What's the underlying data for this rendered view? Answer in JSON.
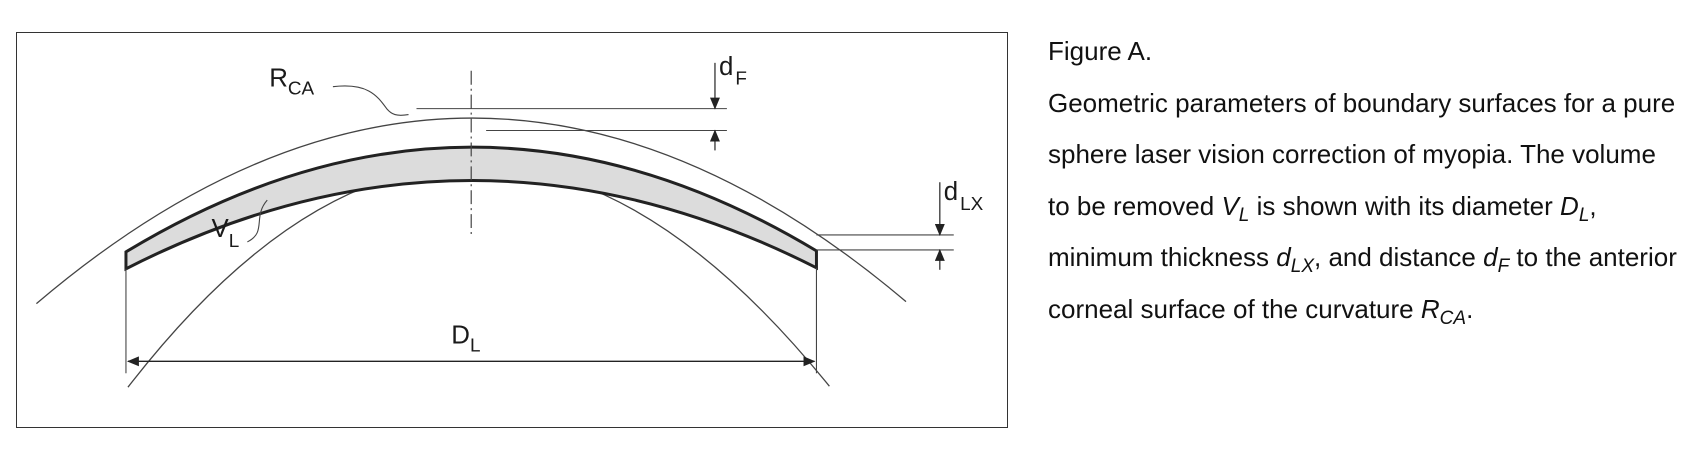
{
  "diagram": {
    "labels": {
      "rca": {
        "main": "R",
        "sub": "CA"
      },
      "df": {
        "main": "d",
        "sub": "F"
      },
      "dlx": {
        "main": "d",
        "sub": "LX"
      },
      "vl": {
        "main": "V",
        "sub": "L"
      },
      "dl": {
        "main": "D",
        "sub": "L"
      }
    },
    "colors": {
      "line": "#333333",
      "fill": "#dcdcdc",
      "frame": "#333333"
    }
  },
  "caption": {
    "title": "Figure A.",
    "text1": "Geometric parameters of boundary surfaces for a pure sphere laser vision correction of myopia. The volume to be removed ",
    "v": "V",
    "v_sub": "L",
    "text2": " is shown with its diameter ",
    "d": "D",
    "d_sub": "L",
    "text3": ", minimum thickness ",
    "dlx": "d",
    "dlx_sub": "LX",
    "text4": ", and distance ",
    "df": "d",
    "df_sub": "F",
    "text5": " to the anterior corneal surface of the curvature ",
    "r": "R",
    "r_sub": "CA",
    "text6": "."
  }
}
